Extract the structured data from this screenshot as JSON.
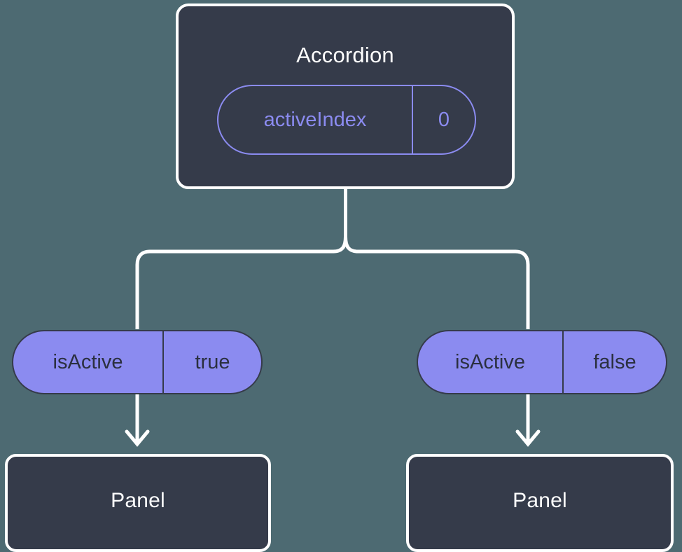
{
  "diagram": {
    "title_node": "Accordion",
    "background_color": "#4d6a72",
    "node_fill_color": "#353b4a",
    "node_border_color": "#ffffff",
    "accent_color": "#8b8bf0",
    "edge_color": "#ffffff"
  },
  "accordion": {
    "label": "Accordion",
    "prop": {
      "key": "activeIndex",
      "value": "0"
    }
  },
  "branches": [
    {
      "prop": {
        "key": "isActive",
        "value": "true"
      },
      "child": {
        "label": "Panel"
      }
    },
    {
      "prop": {
        "key": "isActive",
        "value": "false"
      },
      "child": {
        "label": "Panel"
      }
    }
  ]
}
